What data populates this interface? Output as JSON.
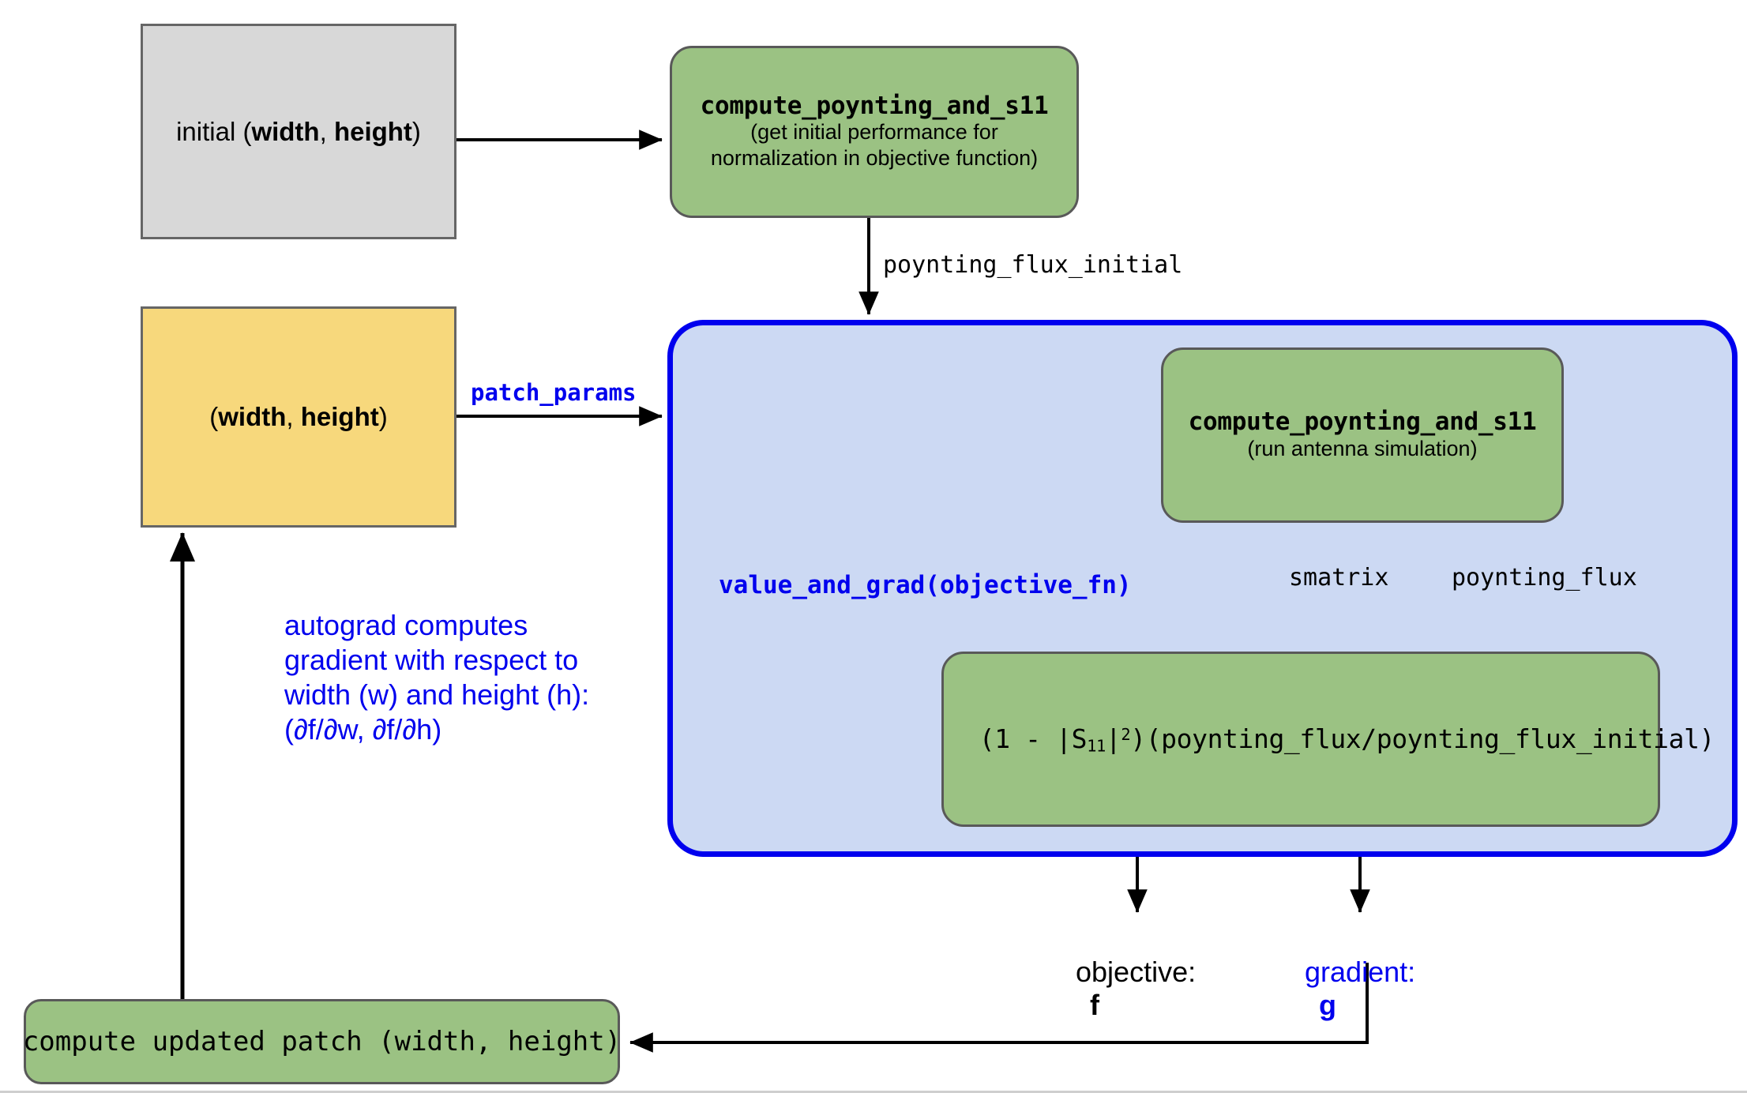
{
  "diagram": {
    "title": "patch antenna autograd optimization loop",
    "colors": {
      "green_fill": "#9bc283",
      "gray_fill": "#d8d8d8",
      "yellow_fill": "#f7d87c",
      "blue_fill": "#ccd9f3",
      "blue_stroke": "#0000ee",
      "node_stroke": "#595959",
      "text": "#000000"
    }
  },
  "nodes": {
    "initial_params": {
      "label_plain": "initial (",
      "label_bold_1": "width",
      "label_mid": ", ",
      "label_bold_2": "height",
      "label_end": ")",
      "full_label": "initial (width, height)"
    },
    "initial_sim": {
      "title": "compute_poynting_and_s11",
      "subtitle_line1": "(get initial performance for",
      "subtitle_line2": "normalization in objective function)"
    },
    "patch_params": {
      "label_open": "(",
      "label_bold_1": "width",
      "label_mid": ", ",
      "label_bold_2": "height",
      "label_end": ")",
      "full_label": "(width, height)"
    },
    "inner_sim": {
      "title": "compute_poynting_and_s11",
      "subtitle": "(run antenna simulation)"
    },
    "objective_expr": {
      "prefix": "(1 - |S",
      "subscript": "11",
      "mid": "|",
      "superscript": "2",
      "suffix": ")(poynting_flux/poynting_flux_initial)",
      "full_label": "(1 - |S11|²)(poynting_flux/poynting_flux_initial)"
    },
    "update_step": {
      "label": "compute updated patch (width, height)"
    }
  },
  "container": {
    "label": "value_and_grad(objective_fn)"
  },
  "edges": {
    "poynting_flux_initial": "poynting_flux_initial",
    "patch_params": "patch_params",
    "smatrix": "smatrix",
    "poynting_flux": "poynting_flux"
  },
  "annotations": {
    "autograd_note": "autograd computes\ngradient with respect to\nwidth (w) and height (h):\n(∂f/∂w, ∂f/∂h)"
  },
  "outputs": {
    "objective_label": "objective:",
    "objective_symbol": "f",
    "gradient_label": "gradient:",
    "gradient_symbol": "g"
  }
}
